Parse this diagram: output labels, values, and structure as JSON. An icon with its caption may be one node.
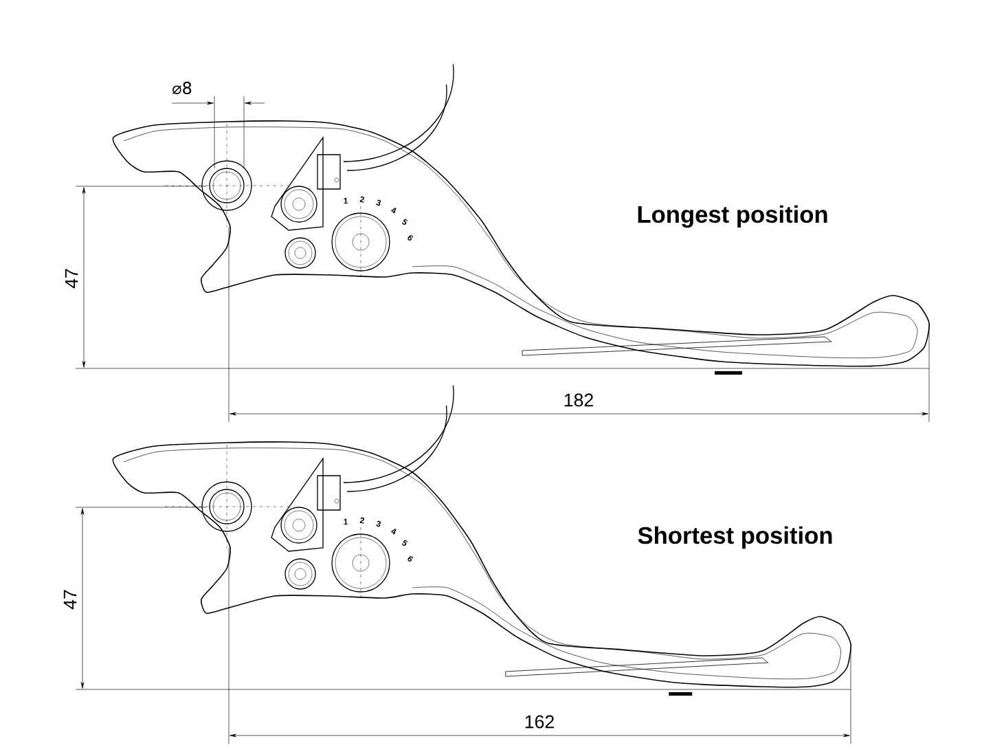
{
  "diagram": {
    "labels": [
      "⌀8",
      "1",
      "2",
      "3",
      "4",
      "5",
      "6",
      "Longest position",
      "47",
      "182",
      "1",
      "2",
      "3",
      "4",
      "5",
      "6",
      "Shortest position",
      "47",
      "162"
    ]
  }
}
